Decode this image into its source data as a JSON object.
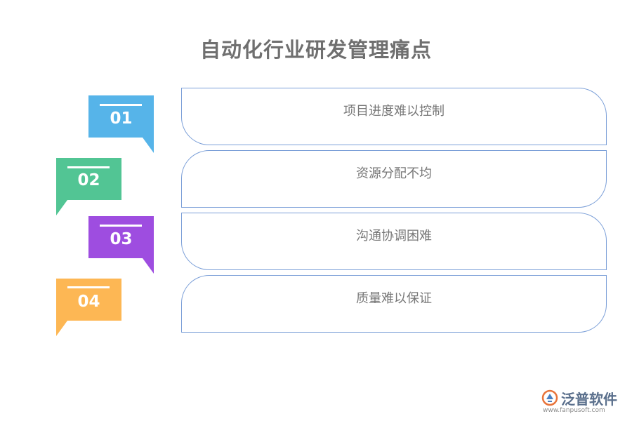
{
  "title": "自动化行业研发管理痛点",
  "items": [
    {
      "number": "01",
      "label": "项目进度难以控制",
      "color": "#56b4e9"
    },
    {
      "number": "02",
      "label": "资源分配不均",
      "color": "#52c594"
    },
    {
      "number": "03",
      "label": "沟通协调困难",
      "color": "#9e4de0"
    },
    {
      "number": "04",
      "label": "质量难以保证",
      "color": "#fdb754"
    }
  ],
  "logo": {
    "name": "泛普软件",
    "url": "www.fanpusoft.com",
    "icon": "fanpu-logo-icon"
  }
}
